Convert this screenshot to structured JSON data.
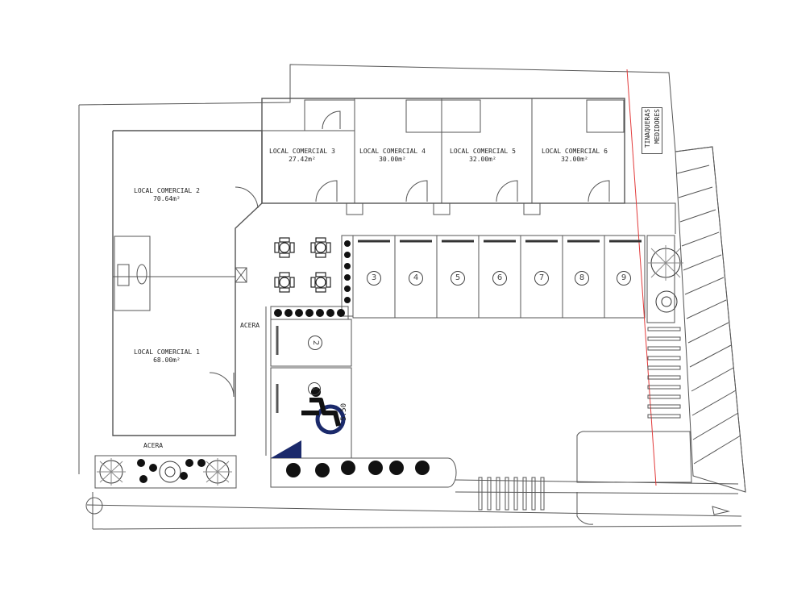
{
  "units": [
    {
      "id": "local-1",
      "name": "LOCAL COMERCIAL 1",
      "area": "68.00m²"
    },
    {
      "id": "local-2",
      "name": "LOCAL COMERCIAL 2",
      "area": "70.64m²"
    },
    {
      "id": "local-3",
      "name": "LOCAL COMERCIAL 3",
      "area": "27.42m²"
    },
    {
      "id": "local-4",
      "name": "LOCAL COMERCIAL 4",
      "area": "30.00m²"
    },
    {
      "id": "local-5",
      "name": "LOCAL COMERCIAL 5",
      "area": "32.00m²"
    },
    {
      "id": "local-6",
      "name": "LOCAL COMERCIAL 6",
      "area": "32.00m²"
    }
  ],
  "labels": {
    "acera_vertical": "ACERA",
    "acera_bottom": "ACERA",
    "tinaqueras": "TINAQUERAS",
    "medidores": "MEDIDORES",
    "dimension": "5.50"
  },
  "parking": {
    "spots_top": [
      "3",
      "4",
      "5",
      "6",
      "7",
      "8",
      "9"
    ],
    "spot_2": "2",
    "spot_1": "1"
  },
  "colors": {
    "line": "#555555",
    "accessible": "#1b2a6b",
    "red_line": "#e23b3b"
  }
}
